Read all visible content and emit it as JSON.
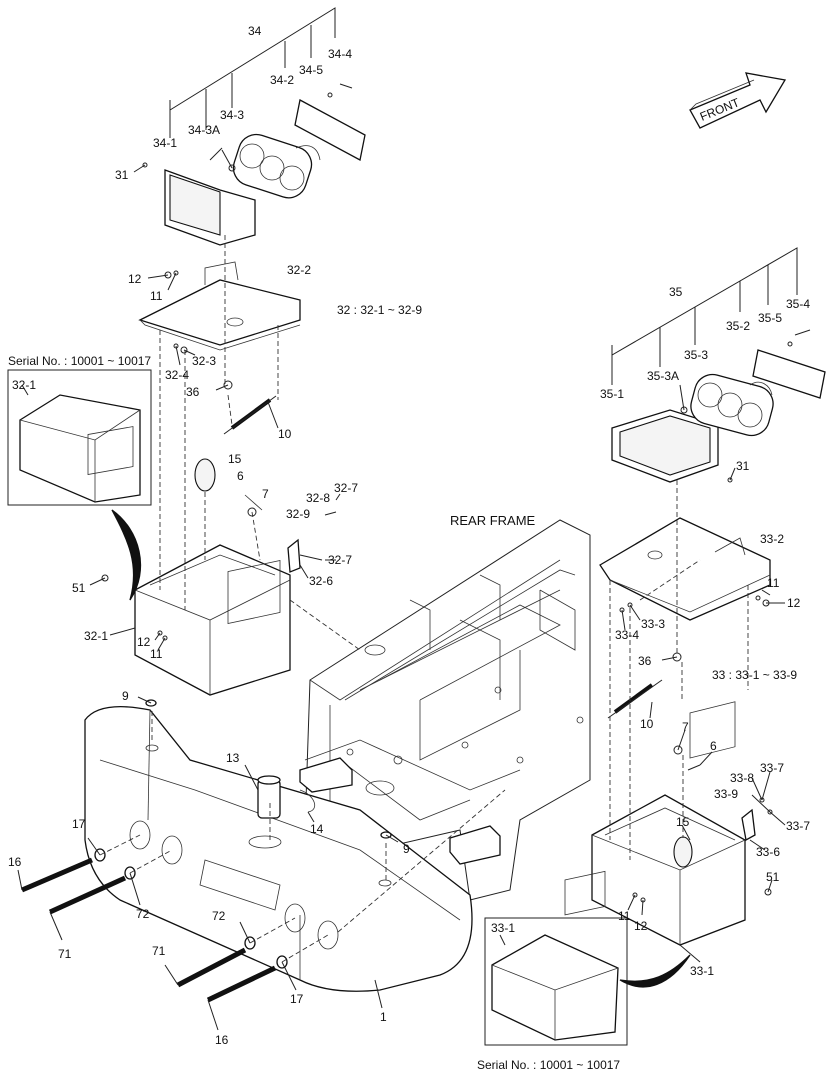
{
  "diagram": {
    "headings": {
      "rear_frame": "REAR FRAME",
      "front": "FRONT",
      "note_32": "32 : 32-1 ~ 32-9",
      "note_33": "33 : 33-1 ~ 33-9",
      "serial_left": "Serial No. : 10001 ~ 10017",
      "serial_right": "Serial No. : 10001 ~ 10017"
    },
    "callouts": [
      "34",
      "34-4",
      "34-5",
      "34-2",
      "34-3",
      "34-3A",
      "34-1",
      "31",
      "12",
      "11",
      "32-2",
      "32 : 32-1 ~ 32-9",
      "32-3",
      "32-4",
      "36",
      "10",
      "32-1",
      "15",
      "6",
      "7",
      "32-7",
      "32-8",
      "32-9",
      "32-7",
      "32-6",
      "51",
      "32-1",
      "12",
      "11",
      "9",
      "13",
      "14",
      "17",
      "16",
      "72",
      "71",
      "72",
      "71",
      "17",
      "16",
      "1",
      "9",
      "35",
      "35-4",
      "35-5",
      "35-2",
      "35-3",
      "35-3A",
      "35-1",
      "31",
      "33-2",
      "11",
      "12",
      "33-3",
      "33-4",
      "36",
      "33 : 33-1 ~ 33-9",
      "10",
      "7",
      "6",
      "33-8",
      "33-7",
      "33-9",
      "33-7",
      "33-6",
      "15",
      "51",
      "11",
      "12",
      "33-1",
      "33-1"
    ]
  }
}
